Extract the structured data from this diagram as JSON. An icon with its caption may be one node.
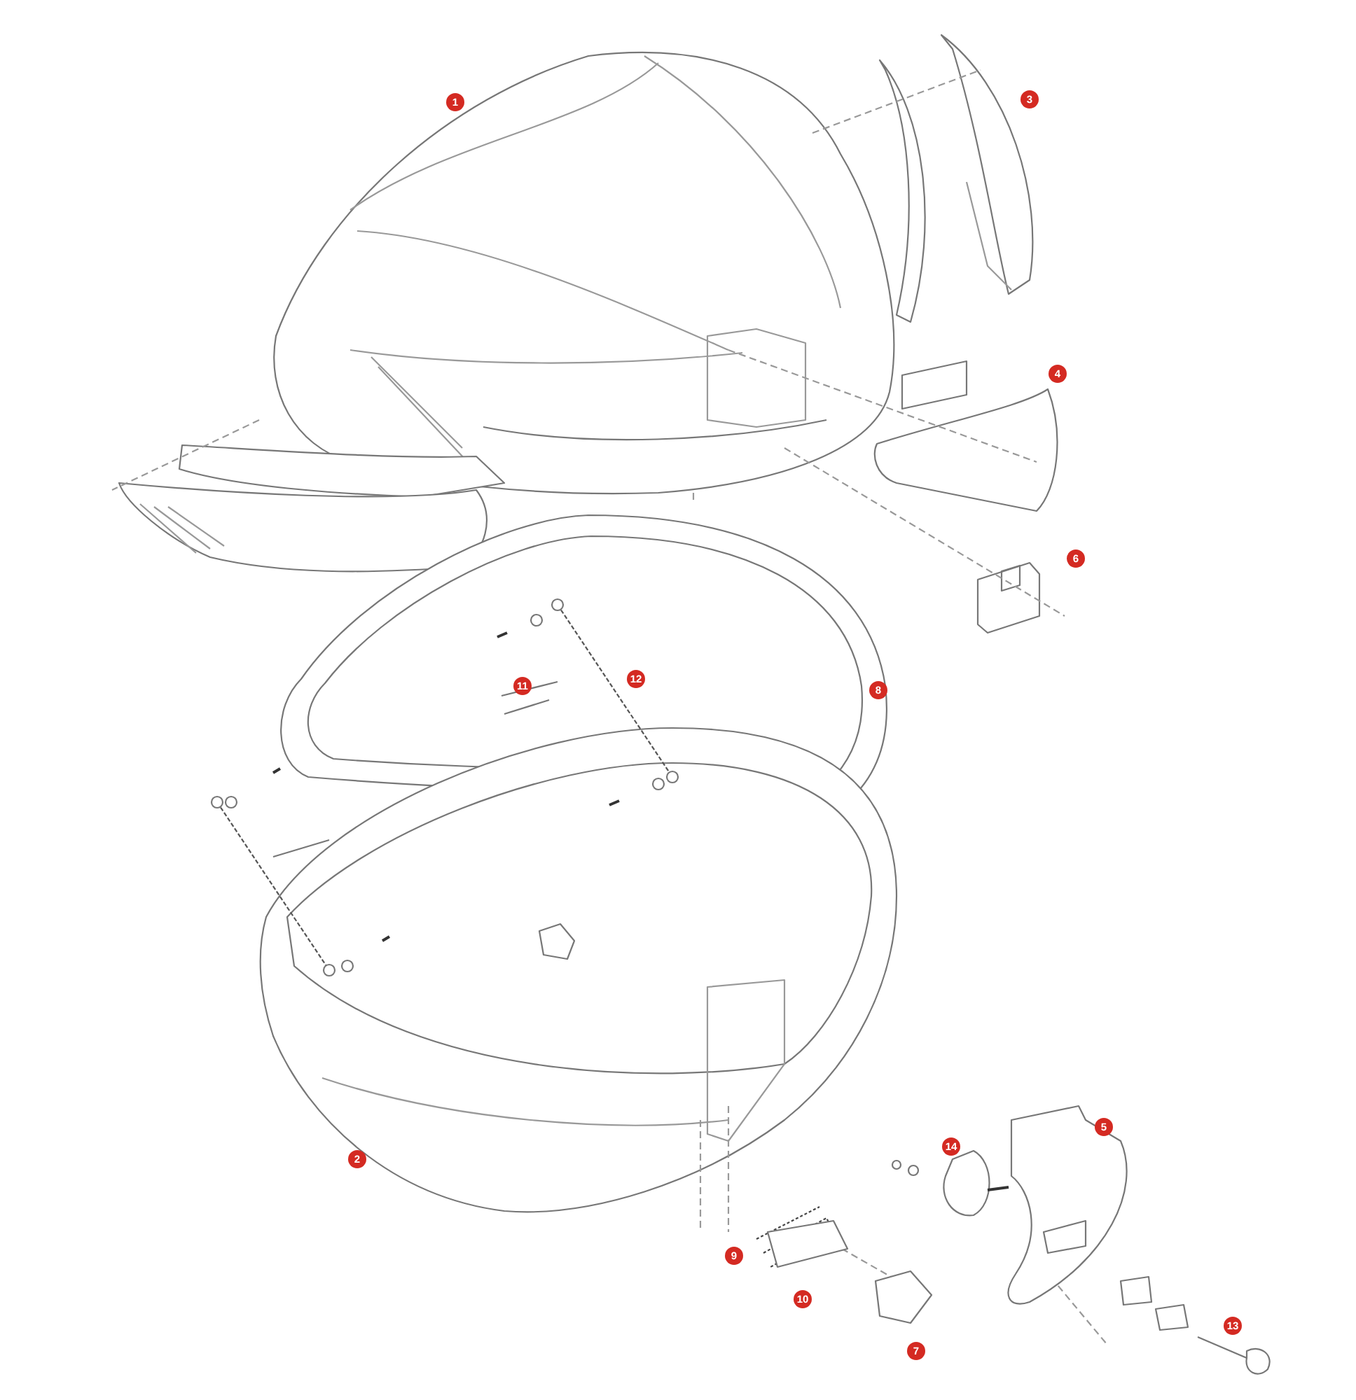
{
  "diagram": {
    "labels": [
      "1",
      "3",
      "4",
      "6",
      "11",
      "12",
      "8",
      "5",
      "14",
      "2",
      "9",
      "10",
      "13",
      "7"
    ]
  }
}
